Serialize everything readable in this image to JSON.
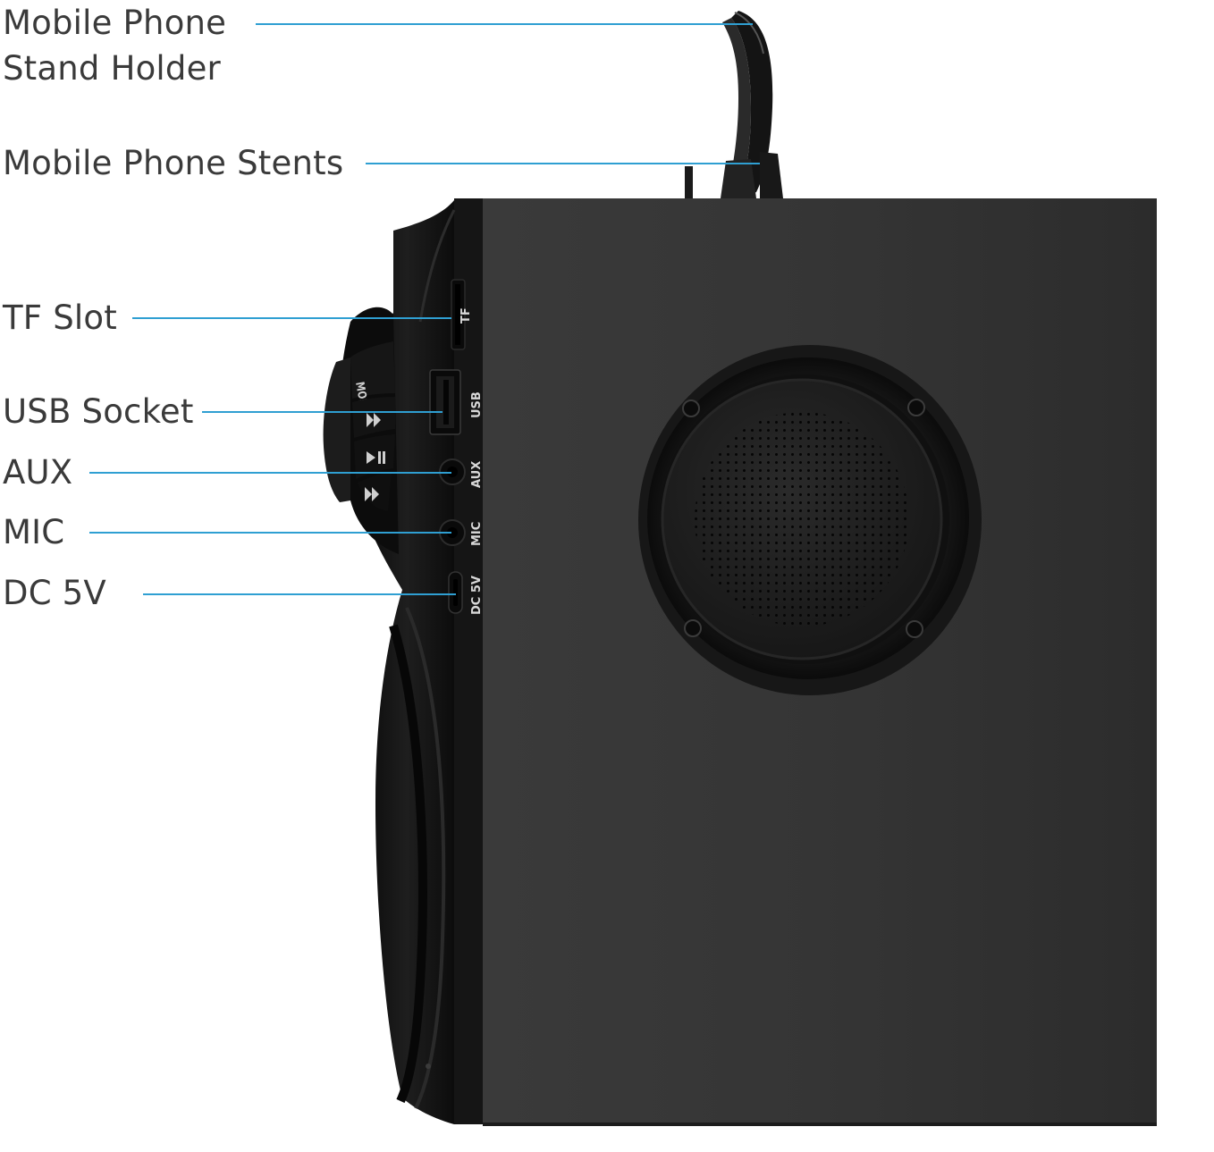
{
  "callouts": {
    "stand_holder": {
      "line1": "Mobile Phone",
      "line2": "Stand Holder"
    },
    "stents": "Mobile Phone Stents",
    "tf_slot": "TF Slot",
    "usb_socket": "USB Socket",
    "aux": "AUX",
    "mic": "MIC",
    "dc_5v": "DC 5V"
  },
  "device_labels": {
    "tf": "TF",
    "usb": "USB",
    "aux": "AUX",
    "mic": "MIC",
    "dc": "DC 5V",
    "mode_button": "MODE"
  },
  "icons": {
    "prev": "previous-track-icon",
    "play_pause": "play-pause-icon",
    "next": "next-track-icon"
  },
  "colors": {
    "leader_line": "#2f9fd2",
    "text": "#3a3a3a",
    "body": "#323232",
    "trim": "#0f0f0f"
  }
}
